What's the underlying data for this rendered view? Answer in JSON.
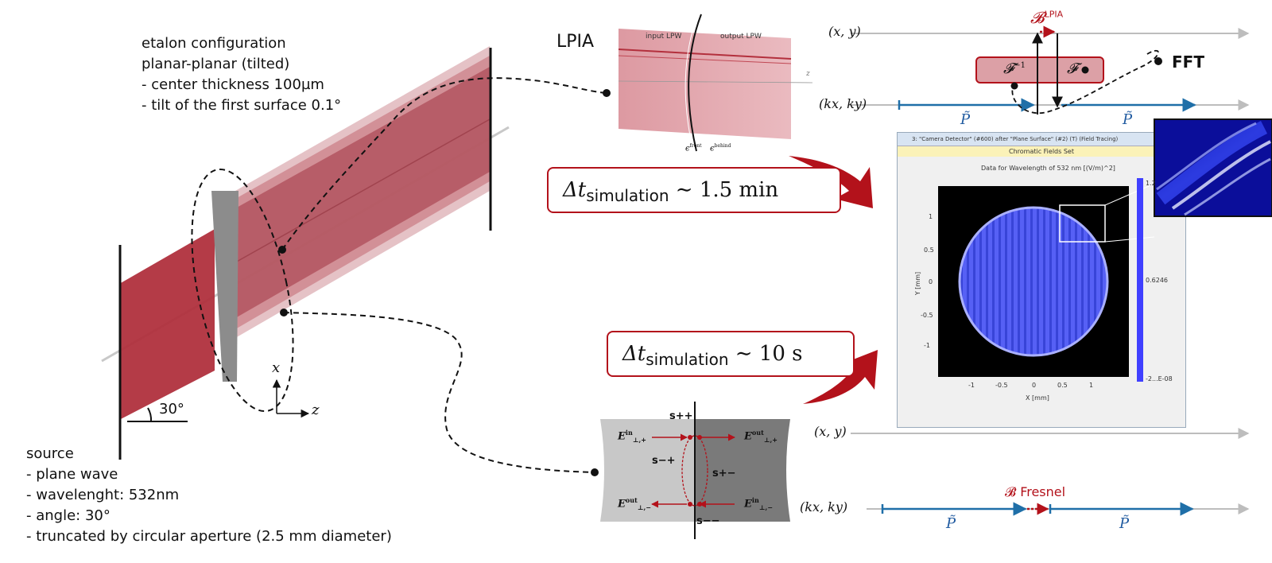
{
  "etalon": {
    "lines": [
      "etalon configuration",
      "planar-planar (tilted)",
      "- center thickness 100µm",
      "- tilt of the first surface 0.1°"
    ]
  },
  "source": {
    "lines": [
      "source",
      "- plane wave",
      "- wavelenght: 532nm",
      "- angle: 30°",
      "- truncated by circular aperture (2.5 mm diameter)"
    ]
  },
  "angle_label": "30°",
  "axes": {
    "x": "x",
    "z": "z"
  },
  "lpia": {
    "title": "LPIA",
    "input_label": "input LPW",
    "output_label": "output LPW",
    "z_label": "z",
    "eps_front": "ϵ",
    "eps_front_sup": "front",
    "eps_behind": "ϵ",
    "eps_behind_sup": "behind"
  },
  "time_top": {
    "delta": "Δt",
    "sub": "simulation",
    "value": " ∼ 1.5 min"
  },
  "time_bottom": {
    "delta": "Δt",
    "sub": "simulation",
    "value": " ∼ 10 s"
  },
  "top_chain": {
    "xy": "(x, y)",
    "kxky": "(kx, ky)",
    "B": "𝓑",
    "B_sup": "LPIA",
    "F_inv": "𝓕",
    "F_inv_sup": "−1",
    "F": "𝓕",
    "fft": "FFT",
    "P1": "P̃",
    "P2": "P̃"
  },
  "bottom_chain": {
    "xy": "(x, y)",
    "kxky": "(kx, ky)",
    "B_label": "𝓑̃ Fresnel",
    "P1": "P̃",
    "P2": "P̃"
  },
  "smatrix": {
    "s_pp": "s++",
    "s_mp": "s−+",
    "s_pm": "s+−",
    "s_mm": "s−−",
    "E_in_plus": "E",
    "E_in_plus_sup": "in",
    "E_in_plus_sub": "⊥,+",
    "E_out_plus": "E",
    "E_out_plus_sup": "out",
    "E_out_plus_sub": "⊥,+",
    "E_out_minus": "E",
    "E_out_minus_sup": "out",
    "E_out_minus_sub": "⊥,−",
    "E_in_minus": "E",
    "E_in_minus_sup": "in",
    "E_in_minus_sub": "⊥,−"
  },
  "detector": {
    "title": "3: \"Camera Detector\" (#600) after \"Plane Surface\" (#2) (T) (Field Tracing)",
    "subtitle": "Chromatic Fields Set",
    "plot_title": "Data for Wavelength of 532 nm  [(V/m)^2]",
    "xlabel": "X [mm]",
    "ylabel": "Y [mm]",
    "xticks": [
      "-1",
      "-0.5",
      "0",
      "0.5",
      "1"
    ],
    "yticks": [
      "1",
      "0.5",
      "0",
      "-0.5",
      "-1"
    ],
    "cbar_top": "1.2",
    "cbar_mid": "0.6246",
    "cbar_bottom": "-2...E-08"
  },
  "colors": {
    "beam": "#b3555f",
    "accent": "#b3121b",
    "blue": "#1f6fa8",
    "gray_axis": "#bdbdbd"
  }
}
